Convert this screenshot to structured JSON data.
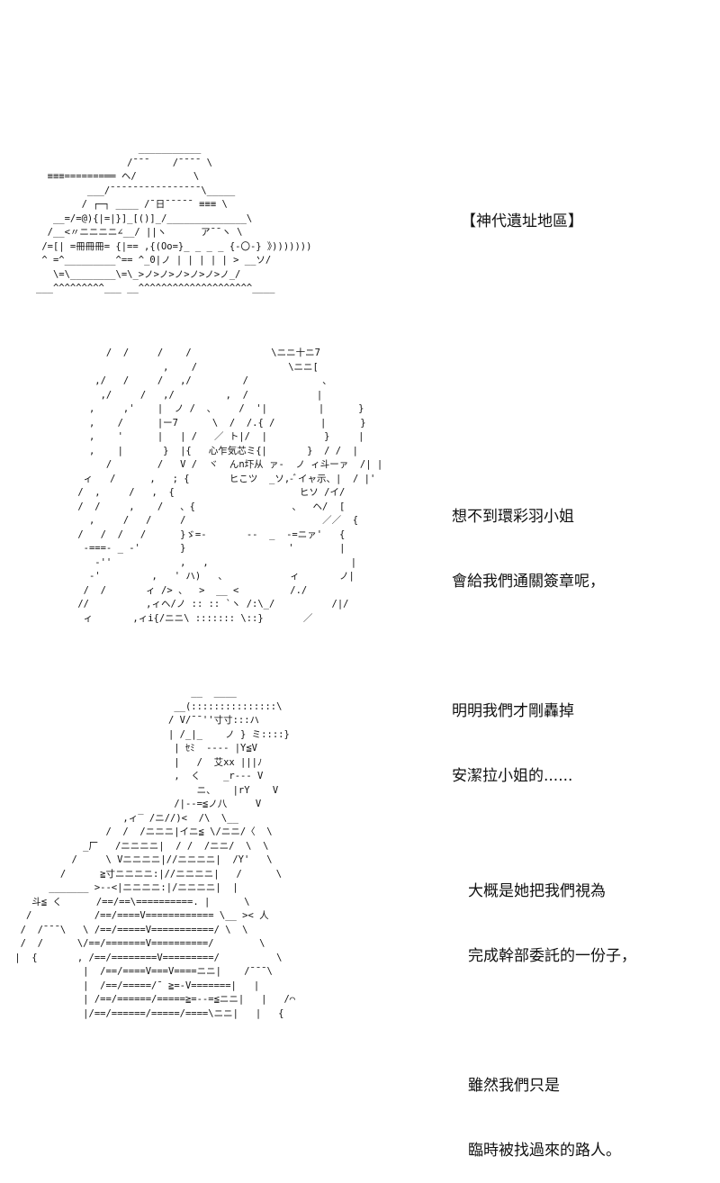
{
  "panels": [
    {
      "caption_lines": [
        "【神代遺址地區】"
      ]
    },
    {
      "caption_lines": [
        "想不到環彩羽小姐",
        "會給我們通關簽章呢，",
        "",
        "明明我們才剛轟掉",
        "安潔拉小姐的......"
      ]
    },
    {
      "caption_lines": [
        "大概是她把我們視為",
        "完成幹部委託的一份子，",
        "",
        "雖然我們只是",
        "臨時被找過來的路人。"
      ]
    }
  ],
  "art": {
    "tank": [
      "                  ___________",
      "                /¯¯¯    /¯¯¯¯ \\",
      "  ≡≡≡=======══ ヘ/          \\",
      "         ___/¯¯¯¯¯¯¯¯¯¯¯¯¯¯¯¯\\_____",
      "        / ┌─┐ ____ /¯日¯¯¯¯¯ ≡≡≡ \\",
      "   __=/=@){|=|}]_[()]_/______________\\",
      "  /__<〃ニニニニ∠__/ ||ヽ      ア¯¯ヽ \\",
      " /=[| =冊冊冊= {|== ,{(Oo=}_ _ _ _ {-〇-} 》)))))))",
      " ^ =^_________^== ^_0|ノ | | | | | > __ソ/",
      "   \\=\\________\\=\\_>ノ>ノ>ノ>ノ>ノ>ノ_/",
      "___^^^^^^^^^___ __^^^^^^^^^^^^^^^^^^^^____"
    ],
    "girl": [
      "      /  /     /    /              \\ニニ十ニ7",
      "                ,    /                \\ニニ[",
      "    ,/   /     /   ,/         /             、",
      "     ,/     /   ,/         ,  /            |",
      "   ,     ,'    |  ノ /  、    /  '|         |      }",
      "   ,    /      |ー7      \\  /  /.{ /        |      }",
      "   ,    '      |   | /   ／ ト|/  |          }     |",
      "   ,    |       }  |{   心乍気芯ミ{|       }  / /  |",
      "      /        /   V /  ヾ  んn圷从 ァ-  ノ ィ斗ーァ  /| |",
      "  ィ   /      ,   ; {       ヒこツ  _ソ,-ﾞイャ示、|  / |'",
      " /  ,     /   ,  {                      ヒソ /イ/",
      " /  /     ,    /   、{                 、  ヘ/  [",
      "   ,     /   /     /                        ／／  {",
      " /   /  /   /      }ゞ=-       --  _  -=ニァ'   {",
      "  -===- _ -'       }                  '        |",
      "    -''            ,   ,                         |",
      "   -'         ,   ' ハ)   、           ィ       ノ|",
      "  /  /       ィ /> 、  >  __ <         /./",
      " //          ,ィヘ/ノ :: :: `ヽ /:\\_/          /|/",
      "  ィ       ,ィi{/ニニ\\ ::::::: \\::}       ／"
    ],
    "man": [
      "                                __  ____",
      "                             __(:::::::::::::::\\",
      "                            / V/¯¯''寸寸:::ハ",
      "                            | /_|_    ノ } ミ::::}",
      "                             | ｾﾐ  ---- |Y≦V",
      "                             |   /  艾xx |||ﾉ",
      "                             ,  く    _r--- V",
      "                                 ニ、   |rY    V",
      "                             /|--=≦ノ八     V",
      "                    ,ィ‾ /ニ//)<  /\\  \\__",
      "                 /  /  /ニニニ|イニ≦ \\/ニニ/〈  \\",
      "             _厂   /ニニニニ|  / /  /ニニ/  \\  \\",
      "           /     \\ Vニニニニ|//ニニニニ|  /Y'   \\",
      "         /      ≧寸ニニニニ:|//ニニニニ|   /      \\",
      "       _______ >--<|ニニニニ:|/ニニニニ|  |",
      "    斗≦ く      /==/==\\==========. |      \\",
      "   /           /==/====V============ \\__ >< 人",
      "  /  /¯¯¯\\   \\ /==/=====V===========/ \\  \\",
      "  /  /      \\/==/=======V==========/        \\",
      " |  {       , /==/========V=========/          \\",
      "             |  /==/====V===V====ニニ|    /¯¯¯\\",
      "             |  /==/=====/¯ ≧=-V=======|   |",
      "             | /==/======/=====≧=--=≦ニニ|   |   /⌒",
      "             |/==/======/=====/====\\ニニ|   |   {"
    ]
  }
}
